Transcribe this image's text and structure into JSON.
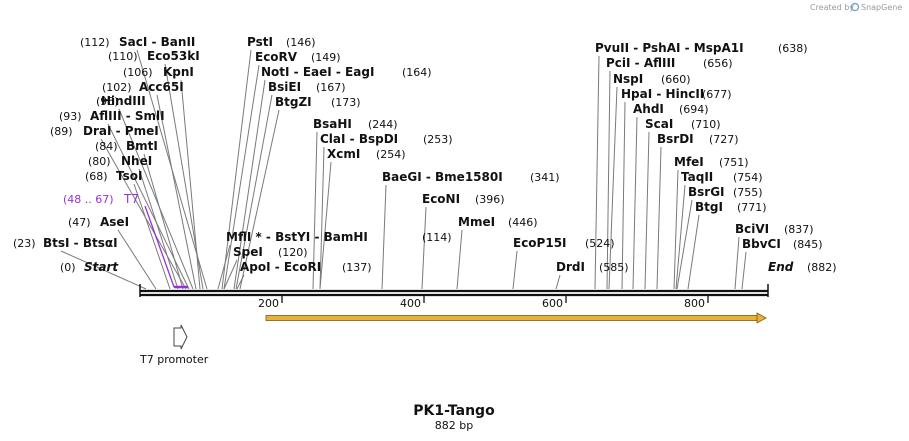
{
  "credit": {
    "text": "Created by",
    "brand": "SnapGene"
  },
  "map": {
    "title": "PK1-Tango",
    "length_label": "882 bp",
    "length": 882,
    "ticks": [
      "200",
      "400",
      "600",
      "800"
    ],
    "ends": {
      "start_label": "Start",
      "start_pos": "(0)",
      "end_label": "End",
      "end_pos": "(882)"
    }
  },
  "feature": {
    "label": "T7 promoter",
    "range": "(48 .. 67)",
    "name": "T7",
    "color": "#9b30d9"
  },
  "orf": {
    "color": "#e8b23a"
  },
  "sites": [
    {
      "label": "SacI  - BanII",
      "pos": "(112)"
    },
    {
      "label": "Eco53kI",
      "pos": "(110)"
    },
    {
      "label": "KpnI",
      "pos": "(106)"
    },
    {
      "label": "Acc65I",
      "pos": "(102)"
    },
    {
      "label": "HindIII",
      "pos": "(96)"
    },
    {
      "label": "AflIII  - SmlI",
      "pos": "(93)"
    },
    {
      "label": "DraI  - PmeI",
      "pos": "(89)"
    },
    {
      "label": "BmtI",
      "pos": "(84)"
    },
    {
      "label": "NheI",
      "pos": "(80)"
    },
    {
      "label": "TsoI",
      "pos": "(68)"
    },
    {
      "label": "AseI",
      "pos": "(47)"
    },
    {
      "label": "BtsI  - BtsαI",
      "pos": "(23)"
    },
    {
      "label": "PstI",
      "pos": "(146)"
    },
    {
      "label": "EcoRV",
      "pos": "(149)"
    },
    {
      "label": "NotI  - EaeI  - EagI",
      "pos": "(164)"
    },
    {
      "label": "BsiEI",
      "pos": "(167)"
    },
    {
      "label": "BtgZI",
      "pos": "(173)"
    },
    {
      "label": "MflI *  - BstYI  - BamHI",
      "pos": "(114)"
    },
    {
      "label": "SpeI",
      "pos": "(120)"
    },
    {
      "label": "ApoI  - EcoRI",
      "pos": "(137)"
    },
    {
      "label": "BsaHI",
      "pos": "(244)"
    },
    {
      "label": "ClaI  - BspDI",
      "pos": "(253)"
    },
    {
      "label": "XcmI",
      "pos": "(254)"
    },
    {
      "label": "BaeGI  - Bme1580I",
      "pos": "(341)"
    },
    {
      "label": "EcoNI",
      "pos": "(396)"
    },
    {
      "label": "MmeI",
      "pos": "(446)"
    },
    {
      "label": "EcoP15I",
      "pos": "(524)"
    },
    {
      "label": "DrdI",
      "pos": "(585)"
    },
    {
      "label": "PvuII  - PshAI  - MspA1I",
      "pos": "(638)"
    },
    {
      "label": "PciI  - AflIII",
      "pos": "(656)"
    },
    {
      "label": "NspI",
      "pos": "(660)"
    },
    {
      "label": "HpaI  - HincII",
      "pos": "(677)"
    },
    {
      "label": "AhdI",
      "pos": "(694)"
    },
    {
      "label": "ScaI",
      "pos": "(710)"
    },
    {
      "label": "BsrDI",
      "pos": "(727)"
    },
    {
      "label": "MfeI",
      "pos": "(751)"
    },
    {
      "label": "TaqII",
      "pos": "(754)"
    },
    {
      "label": "BsrGI",
      "pos": "(755)"
    },
    {
      "label": "BtgI",
      "pos": "(771)"
    },
    {
      "label": "BciVI",
      "pos": "(837)"
    },
    {
      "label": "BbvCI",
      "pos": "(845)"
    }
  ]
}
